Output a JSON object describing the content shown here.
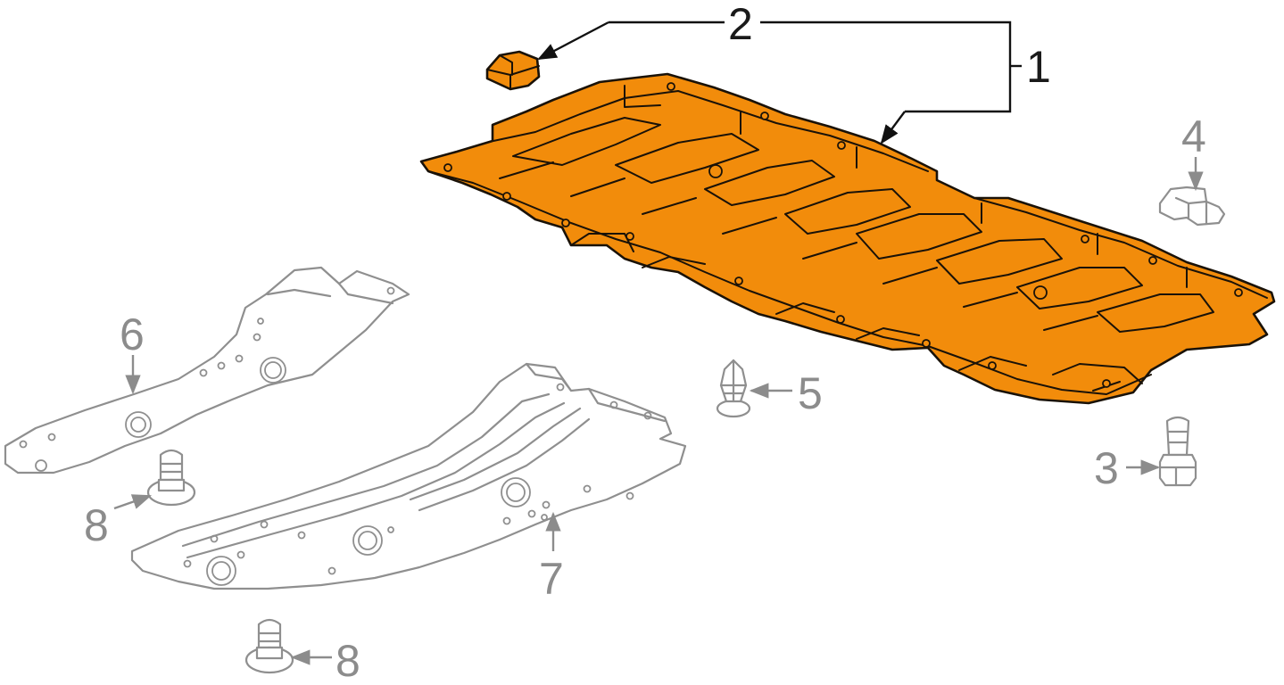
{
  "diagram": {
    "callouts": {
      "part_1": "1",
      "part_2": "2",
      "part_3": "3",
      "part_4": "4",
      "part_5": "5",
      "part_6": "6",
      "part_7": "7",
      "part_8_upper": "8",
      "part_8_lower": "8"
    },
    "colors": {
      "highlight": "#f28c0b",
      "outline_dark": "#1a1208",
      "outline_grey": "#8f8f8f",
      "callout_grey": "#8c8c8c",
      "background": "#ffffff"
    }
  }
}
